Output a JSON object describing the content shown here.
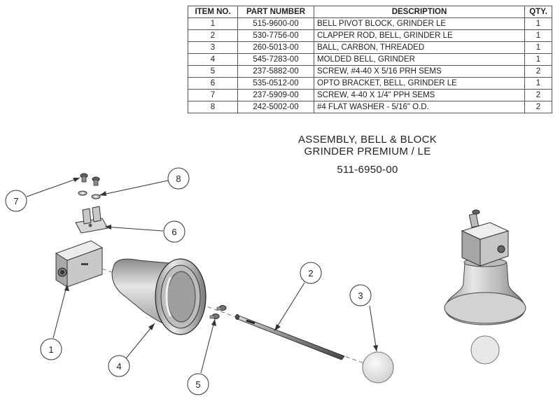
{
  "table": {
    "headers": [
      "ITEM NO.",
      "PART NUMBER",
      "DESCRIPTION",
      "QTY."
    ],
    "rows": [
      [
        "1",
        "515-9600-00",
        "BELL PIVOT BLOCK, GRINDER LE",
        "1"
      ],
      [
        "2",
        "530-7756-00",
        "CLAPPER ROD, BELL, GRINDER LE",
        "1"
      ],
      [
        "3",
        "260-5013-00",
        "BALL, CARBON, THREADED",
        "1"
      ],
      [
        "4",
        "545-7283-00",
        "MOLDED BELL, GRINDER",
        "1"
      ],
      [
        "5",
        "237-5882-00",
        "SCREW, #4-40 X 5/16 PRH SEMS",
        "2"
      ],
      [
        "6",
        "535-0512-00",
        "OPTO BRACKET, BELL, GRINDER LE",
        "1"
      ],
      [
        "7",
        "237-5909-00",
        "SCREW, 4-40 X 1/4\" PPH SEMS",
        "2"
      ],
      [
        "8",
        "242-5002-00",
        "#4 FLAT WASHER - 5/16\" O.D.",
        "2"
      ]
    ]
  },
  "title": {
    "line1": "ASSEMBLY, BELL & BLOCK",
    "line2": "GRINDER PREMIUM / LE",
    "part_number": "511-6950-00"
  },
  "callouts": [
    "1",
    "2",
    "3",
    "4",
    "5",
    "6",
    "7",
    "8"
  ]
}
